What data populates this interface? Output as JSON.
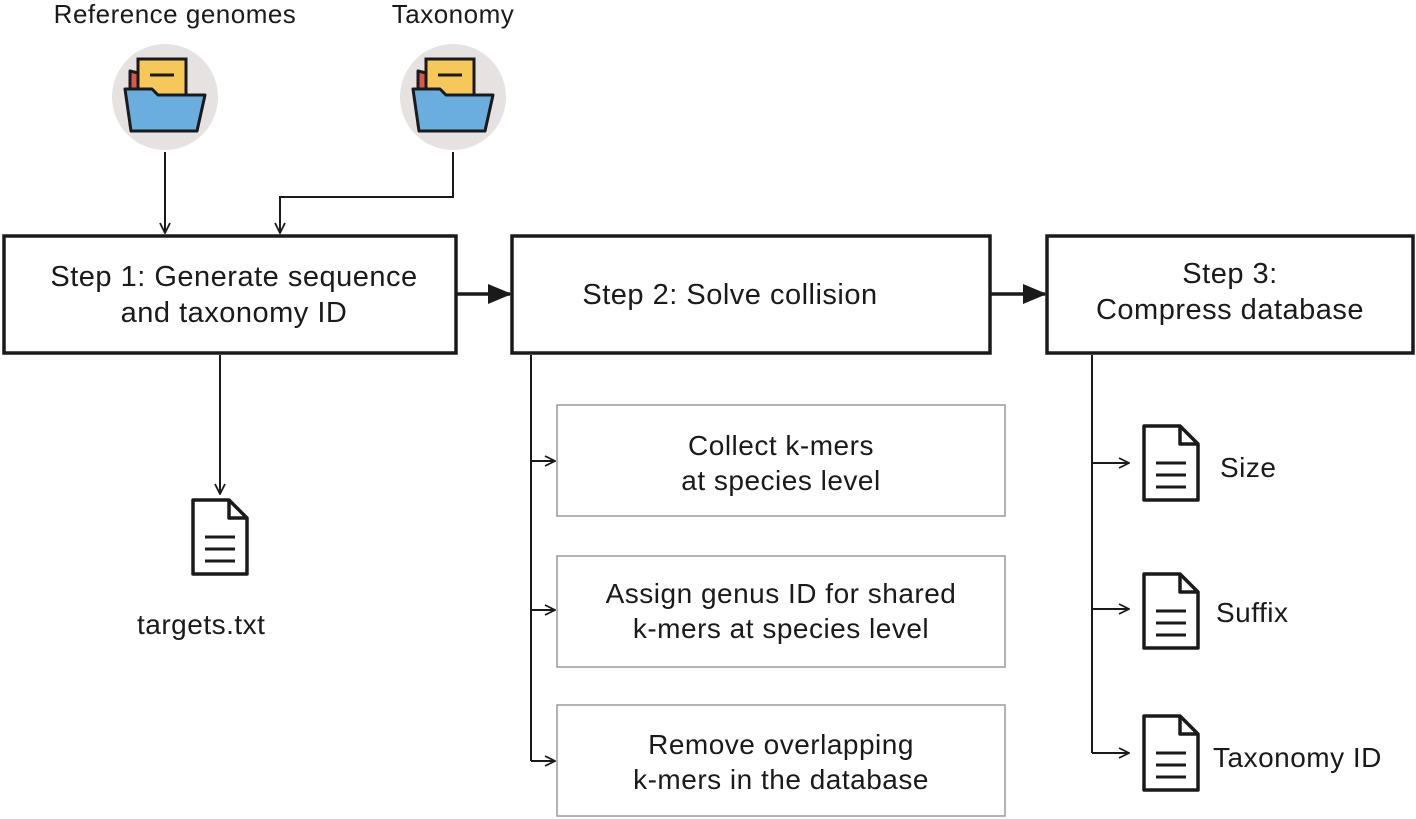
{
  "inputs": {
    "reference_genomes": {
      "label": "Reference genomes",
      "icon": "folder-icon"
    },
    "taxonomy": {
      "label": "Taxonomy",
      "icon": "folder-icon"
    }
  },
  "steps": {
    "step1": {
      "line1": "Step 1: Generate sequence",
      "line2": "and taxonomy ID"
    },
    "step2": {
      "label": "Step 2: Solve collision"
    },
    "step3": {
      "line1": "Step 3:",
      "line2": "Compress database"
    }
  },
  "step2_substeps": [
    {
      "line1": "Collect k-mers",
      "line2": "at species level"
    },
    {
      "line1": "Assign genus ID for shared",
      "line2": "k-mers at species level"
    },
    {
      "line1": "Remove overlapping",
      "line2": "k-mers in the database"
    }
  ],
  "step1_output": {
    "label": "targets.txt",
    "icon": "document-icon"
  },
  "step3_outputs": [
    {
      "label": "Size",
      "icon": "document-icon"
    },
    {
      "label": "Suffix",
      "icon": "document-icon"
    },
    {
      "label": "Taxonomy ID",
      "icon": "document-icon"
    }
  ],
  "colors": {
    "folder_circle": "#e6e2e1",
    "folder_front": "#6aaee0",
    "folder_back": "#d9574f",
    "paper": "#f6c85a",
    "stroke": "#1a1a1a",
    "substep_border": "#9a9a9a"
  }
}
